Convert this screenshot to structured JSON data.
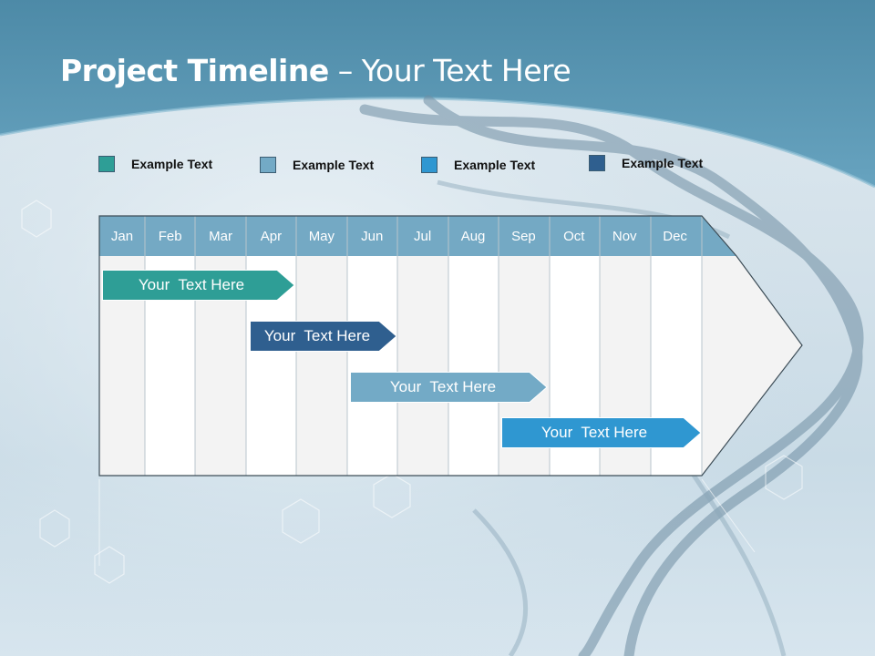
{
  "slide": {
    "title_bold": "Project Timeline",
    "title_rest": " – Your Text Here"
  },
  "legend": [
    {
      "label": "Example Text",
      "color": "#2e9e96"
    },
    {
      "label": "Example Text",
      "color": "#73aac6"
    },
    {
      "label": "Example Text",
      "color": "#2f97d1"
    },
    {
      "label": "Example Text",
      "color": "#2f5f8f"
    }
  ],
  "timeline": {
    "months": [
      "Jan",
      "Feb",
      "Mar",
      "Apr",
      "May",
      "Jun",
      "Jul",
      "Aug",
      "Sep",
      "Oct",
      "Nov",
      "Dec"
    ],
    "header_color": "#74a9c4",
    "tasks": [
      {
        "label": "Your  Text Here",
        "color": "#2e9e96",
        "start_month": "Jan",
        "end_month": "Apr"
      },
      {
        "label": "Your  Text Here",
        "color": "#2f5f8f",
        "start_month": "Apr",
        "end_month": "Jun"
      },
      {
        "label": "Your  Text Here",
        "color": "#73aac6",
        "start_month": "Jun",
        "end_month": "Sep"
      },
      {
        "label": "Your  Text Here",
        "color": "#2f97d1",
        "start_month": "Sep",
        "end_month": "Dec"
      }
    ]
  }
}
